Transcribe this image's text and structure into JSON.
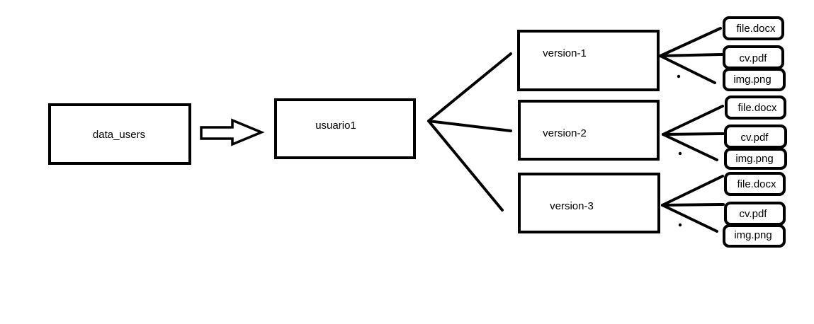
{
  "diagram": {
    "root": {
      "label": "data_users"
    },
    "user": {
      "label": "usuario1"
    },
    "versions": [
      {
        "label": "version-1",
        "files": [
          "file.docx",
          "cv.pdf",
          "img.png"
        ]
      },
      {
        "label": "version-2",
        "files": [
          "file.docx",
          "cv.pdf",
          "img.png"
        ]
      },
      {
        "label": "version-3",
        "files": [
          "file.docx",
          "cv.pdf",
          "img.png"
        ]
      }
    ]
  }
}
